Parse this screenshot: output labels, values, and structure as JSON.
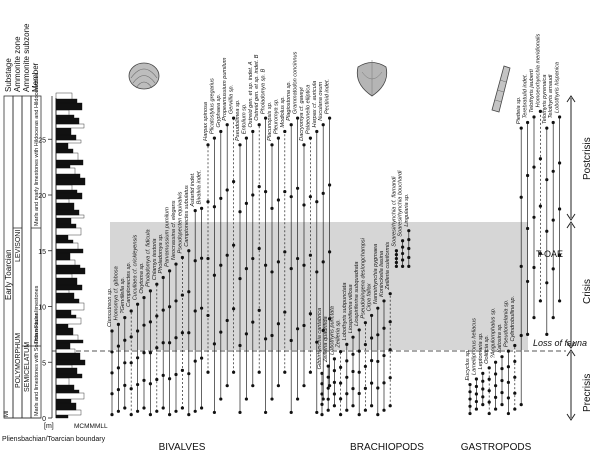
{
  "header": {
    "column_labels": [
      "Substage",
      "Ammonite zone",
      "Ammonite subzone",
      "Member"
    ]
  },
  "stratigraphy": {
    "stage": "Early Toarcian",
    "zones": [
      "POLYMORPHUM",
      "LEVISONI"
    ],
    "subzone": "SEMICELATUM",
    "members": [
      "Marls and limestones with Soarcian Fauna",
      "Thin nodular limestones",
      "Marls and marly limestones with Hildoceras and Hildoceratidae"
    ],
    "member_abbrev": "Ml",
    "boundary_label": "Pliensbachian/Toarcian boundary"
  },
  "axis": {
    "unit": "[m]",
    "ticks": [
      0,
      5,
      10,
      15,
      20,
      25
    ],
    "lithology_code": "MCMMMLL"
  },
  "phases": {
    "precrisis": "Precrisis",
    "crisis": "Crisis",
    "postcrisis": "Postcrisis",
    "toae": "T-OAE",
    "loss_of_fauna": "Loss of fauna"
  },
  "groups": {
    "bivalves": "BIVALVES",
    "brachiopods": "BRACHIOPODS",
    "gastropods": "GASTROPODS"
  },
  "taxa": {
    "bivalves": [
      "Ctenostreon sp.",
      "Homomya cf. gibbosa",
      "?Gervillella sp.",
      "Camptonectes sp.",
      "Cucullaea cf. crickleyensis",
      "Oxytoma sp.",
      "Pholadomya cf. fidicula",
      "Chlamys textoria",
      "Pholadomya sp.",
      "Parvamussium pumilum",
      "Neocrassina cf. elegans",
      "Pseudopecten equivalvis",
      "Camptonectes subulatus",
      "Astartid indet.",
      "Bivalvia indet.",
      "Harpax spinosa",
      "Plicatostylus gregarius",
      "Gryphaea sp.",
      "Propeamussium pumilum",
      "Gervillia sp.",
      "Pseudolimea sp.",
      "Entolium sp.",
      "Ostreid gen. et sp. indet. A",
      "Ostreid gen. et sp. indet. B",
      "Pholadomya sp. B",
      "Placunopsis sp.",
      "Pleuromya sp.",
      "Modiolus sp.",
      "Plagiostoma sp.",
      "Grammatodon concinnus",
      "Dacryomya cf. gaveyi",
      "Palaeoneilo elliptica",
      "Harpax cf. auricula",
      "Nuculana ovum",
      "Pectinid indet."
    ],
    "brachiopods": [
      "Gibbirhynchia cantabrica",
      "Zeilleria quadrifida",
      "Lobothyris punctata",
      "Zeilleria sp.",
      "Lobothyris subpunctata",
      "Liospiriferina villosa",
      "Liospiriferina subquadrata",
      "Pseudokingena deslongchampsi",
      "Cirpa fallax",
      "Nannirhynchia pygmaea",
      "Koninckella liasina",
      "Zeilleria culeiformis",
      "Soaresirhynchia cf. flamandi",
      "Soaresirhynchia bouchardi",
      "Lingularia sp."
    ],
    "gastropods": [
      "Eucyclus sp.",
      "Lamelliphorus heliacus",
      "Leptomaria sp.",
      "Ooliticia sp.",
      "?Angulomphalus sp.",
      "Katosira sp.",
      "Pseudomelania sp.",
      "Cylindrobullina sp.",
      "Pietteia sp.",
      "Terebratulid indet.",
      "Telothyris jauberti",
      "Homoeorhynchia meridionalis",
      "Telothyris pyrenaica",
      "Telothyris arnaudi",
      "Lobothyris hispanica"
    ]
  }
}
